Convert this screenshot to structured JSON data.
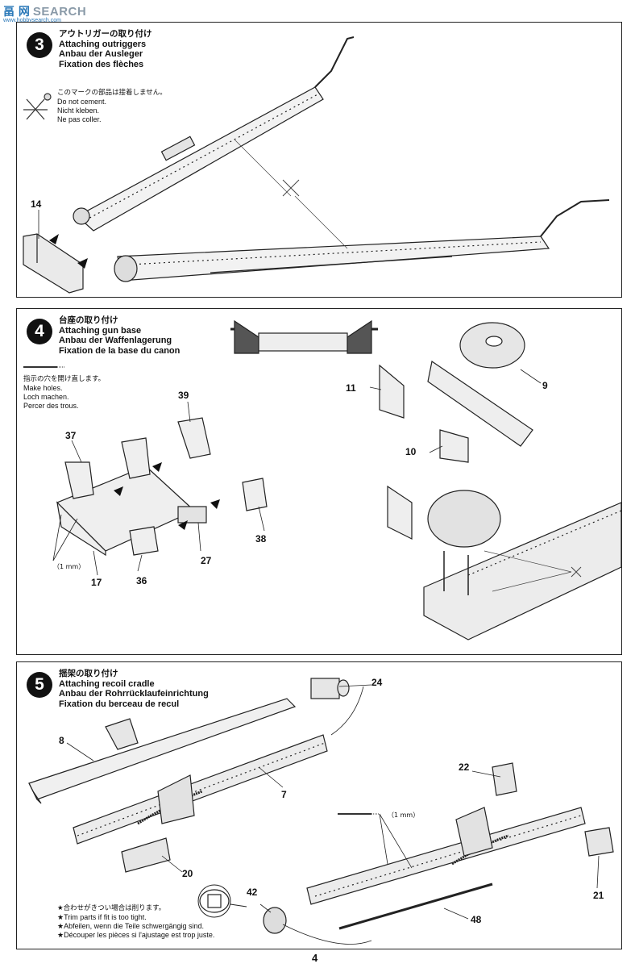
{
  "watermark": {
    "cn": "畐 网",
    "en": "SEARCH",
    "url": "www.hobbysearch.com"
  },
  "step3": {
    "number": "3",
    "title_ja": "アウトリガーの取り付け",
    "title_en": "Attaching outriggers",
    "title_de": "Anbau der Ausleger",
    "title_fr": "Fixation des flèches",
    "note_ja": "このマークの部品は接着しません。",
    "note_en": "Do not cement.",
    "note_de": "Nicht kleben.",
    "note_fr": "Ne pas coller.",
    "part_14": "14"
  },
  "step4": {
    "number": "4",
    "title_ja": "台座の取り付け",
    "title_en": "Attaching gun base",
    "title_de": "Anbau der Waffenlagerung",
    "title_fr": "Fixation de la base du canon",
    "note_ja": "指示の穴を開け直します。",
    "note_en": "Make holes.",
    "note_de": "Loch machen.",
    "note_fr": "Percer des trous.",
    "drill": "（1 mm）",
    "parts": {
      "p39": "39",
      "p37": "37",
      "p38": "38",
      "p27": "27",
      "p36": "36",
      "p17": "17",
      "p11": "11",
      "p9": "9",
      "p10": "10"
    }
  },
  "step5": {
    "number": "5",
    "title_ja": "揺架の取り付け",
    "title_en": "Attaching recoil cradle",
    "title_de": "Anbau der Rohrrücklaufeinrichtung",
    "title_fr": "Fixation du berceau de recul",
    "drill": "（1 mm）",
    "parts": {
      "p24": "24",
      "p8": "8",
      "p7": "7",
      "p20": "20",
      "p22": "22",
      "p21": "21",
      "p42": "42",
      "p48": "48"
    },
    "trim_ja": "★合わせがきつい場合は削ります。",
    "trim_en": "★Trim parts if fit is too tight.",
    "trim_de": "★Abfeilen, wenn die Teile schwergängig sind.",
    "trim_fr": "★Découper les pièces si l'ajustage est trop juste."
  },
  "page_number": "4"
}
